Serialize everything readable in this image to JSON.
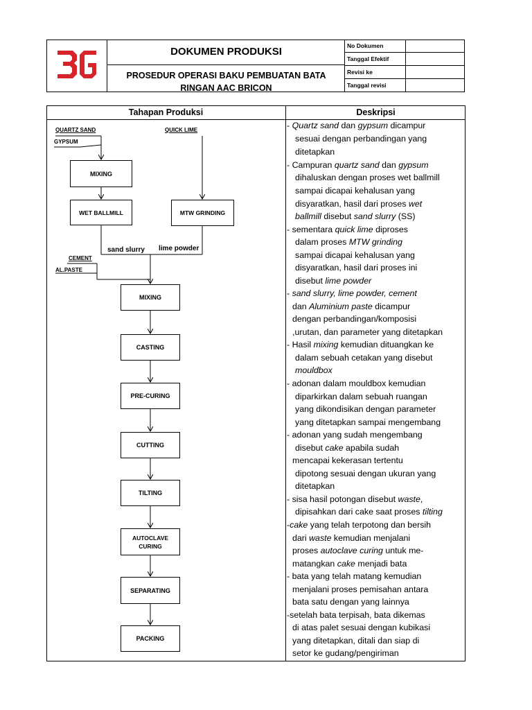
{
  "header": {
    "title": "DOKUMEN PRODUKSI",
    "subtitle_line1": "PROSEDUR OPERASI BAKU PEMBUATAN BATA",
    "subtitle_line2": "RINGAN AAC BRICON",
    "meta": [
      {
        "label": "No Dokumen",
        "value": ""
      },
      {
        "label": "Tanggal Efektif",
        "value": ""
      },
      {
        "label": "Revisi ke",
        "value": ""
      },
      {
        "label": "Tanggal revisi",
        "value": ""
      }
    ],
    "brand_color": "#d9232a"
  },
  "table": {
    "col_stages": "Tahapan Produksi",
    "col_description": "Deskripsi"
  },
  "flow": {
    "inputs": {
      "quartz_sand": "QUARTZ SAND",
      "gypsum": "GYPSUM",
      "quick_lime": "QUICK LIME",
      "cement": "CEMENT",
      "al_paste": "AL.PASTE",
      "sand_slurry": "sand slurry",
      "lime_powder": "lime powder"
    },
    "boxes": {
      "mixing1": "MIXING",
      "wet_ballmill": "WET BALLMILL",
      "mtw_grinding": "MTW GRINDING",
      "mixing2": "MIXING",
      "casting": "CASTING",
      "pre_curing": "PRE-CURING",
      "cutting": "CUTTING",
      "tilting": "TILTING",
      "autoclave_1": "AUTOCLAVE",
      "autoclave_2": "CURING",
      "separating": "SEPARATING",
      "packing": "PACKING"
    }
  },
  "description": {
    "l01a": "- ",
    "l01b": "Quartz sand",
    "l01c": " dan ",
    "l01d": "gypsum",
    "l01e": " dicampur",
    "l02": "sesuai dengan perbandingan yang",
    "l03": "ditetapkan",
    "l04a": "- Campuran ",
    "l04b": "quartz sand",
    "l04c": " dan ",
    "l04d": "gypsum",
    "l05": "dihaluskan dengan proses wet ballmill",
    "l06": "sampai dicapai kehalusan yang",
    "l07a": "disyaratkan, hasil dari proses ",
    "l07b": "wet",
    "l08a": "ballmill",
    "l08b": " disebut ",
    "l08c": "sand slurry",
    "l08d": " (SS)",
    "l09a": "- sementara ",
    "l09b": "quick lime",
    "l09c": " diproses",
    "l10a": "dalam proses ",
    "l10b": "MTW grinding",
    "l11": "sampai dicapai kehalusan yang",
    "l12": "disyaratkan, hasil dari proses ini",
    "l13a": "disebut ",
    "l13b": "lime powder",
    "l14a": "- ",
    "l14b": "sand slurry, lime powder, cement",
    "l15a": "dan ",
    "l15b": "Aluminium paste",
    "l15c": " dicampur",
    "l16": "dengan perbandingan/komposisi",
    "l17": ",urutan, dan parameter yang ditetapkan",
    "l18a": "- Hasil ",
    "l18b": "mixing",
    "l18c": " kemudian dituangkan ke",
    "l19": "dalam sebuah cetakan yang disebut",
    "l20": "mouldbox",
    "l21": "- adonan dalam mouldbox kemudian",
    "l22": "diparkirkan dalam sebuah ruangan",
    "l23": "yang dikondisikan dengan parameter",
    "l24": "yang ditetapkan sampai mengembang",
    "l25": "- adonan yang sudah mengembang",
    "l26a": "disebut ",
    "l26b": "cake",
    "l26c": " apabila sudah",
    "l27": "mencapai kekerasan tertentu",
    "l28": "dipotong sesuai dengan ukuran yang",
    "l29": "ditetapkan",
    "l30a": "- sisa hasil potongan disebut ",
    "l30b": "waste",
    "l31a": "dipisahkan dari cake saat proses ",
    "l31b": "tilting",
    "l32a": "-",
    "l32b": "cake",
    "l32c": " yang telah terpotong dan bersih",
    "l33a": "dari ",
    "l33b": "waste",
    "l33c": " kemudian menjalani",
    "l34a": "proses ",
    "l34b": "autoclave curing",
    "l34c": " untuk me-",
    "l35a": "matangkan ",
    "l35b": "cake",
    "l35c": " menjadi bata",
    "l36": "- bata yang telah matang kemudian",
    "l37": "menjalani proses pemisahan antara",
    "l38": "bata satu dengan yang lainnya",
    "l39": "-setelah bata terpisah, bata dikemas",
    "l40": "di atas palet sesuai dengan kubikasi",
    "l41": "yang ditetapkan, ditali dan siap di",
    "l42": "setor ke gudang/pengiriman"
  }
}
